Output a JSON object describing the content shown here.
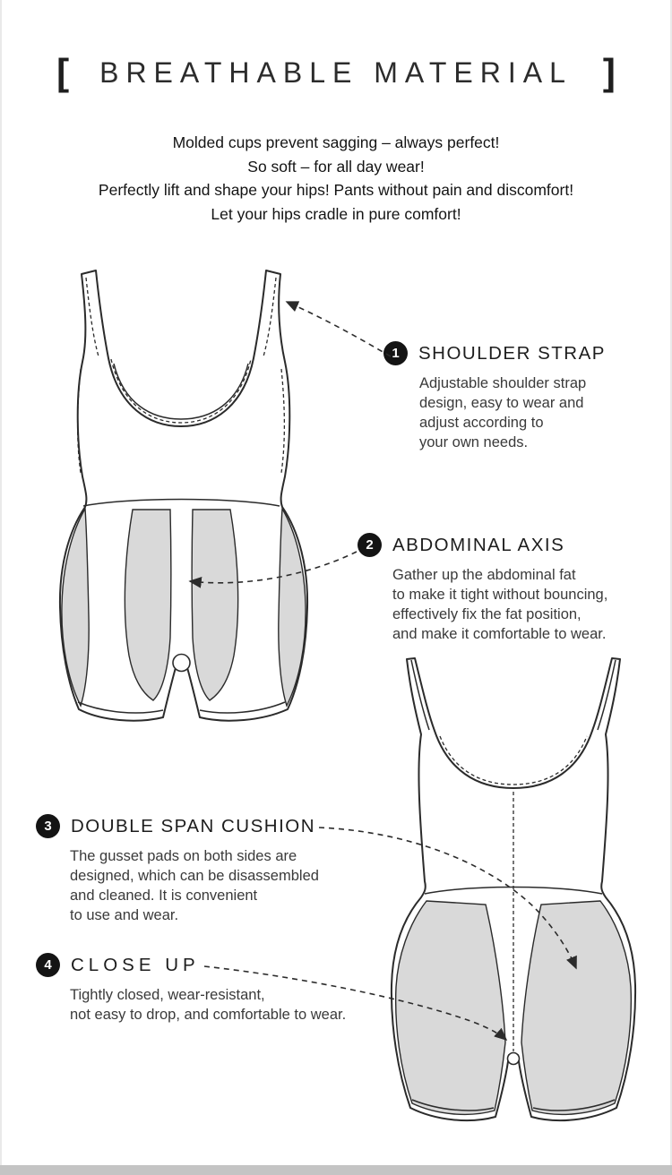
{
  "title": {
    "bracket_left": "[",
    "text": "BREATHABLE MATERIAL",
    "bracket_right": "]"
  },
  "intro": {
    "lines": [
      "Molded cups prevent sagging – always perfect!",
      "So soft – for all day wear!",
      "Perfectly lift and shape your hips! Pants without pain and discomfort!",
      "Let your hips cradle in pure comfort!"
    ]
  },
  "features": [
    {
      "number": "1",
      "title": "SHOULDER STRAP",
      "description": "Adjustable shoulder strap\ndesign, easy to wear and\nadjust according to\nyour own needs."
    },
    {
      "number": "2",
      "title": "ABDOMINAL AXIS",
      "description": "Gather up the abdominal fat\nto make it tight without bouncing,\neffectively fix the fat position,\nand make it comfortable to wear."
    },
    {
      "number": "3",
      "title": "DOUBLE SPAN CUSHION",
      "description": "The gusset pads on both sides are\ndesigned, which can be disassembled\nand cleaned. It is convenient\nto use and wear."
    },
    {
      "number": "4",
      "title": "CLOSE UP",
      "description": "Tightly closed, wear-resistant,\nnot easy to drop, and comfortable to wear."
    }
  ],
  "colors": {
    "line": "#2b2b2b",
    "panel_shade": "#d9d9d9",
    "badge": "#141414",
    "footer_bar": "#c4c4c4"
  }
}
